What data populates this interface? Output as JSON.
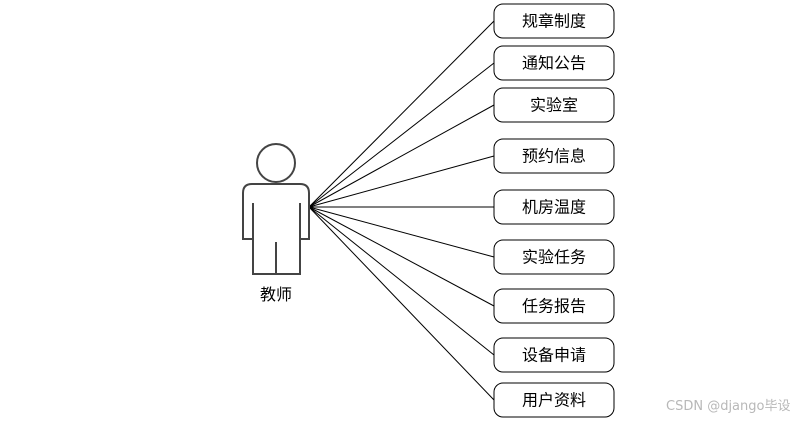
{
  "actor": {
    "label": "教师"
  },
  "use_cases": [
    "规章制度",
    "通知公告",
    "实验室",
    "预约信息",
    "机房温度",
    "实验任务",
    "任务报告",
    "设备申请",
    "用户资料"
  ],
  "watermark": "CSDN @django毕设"
}
